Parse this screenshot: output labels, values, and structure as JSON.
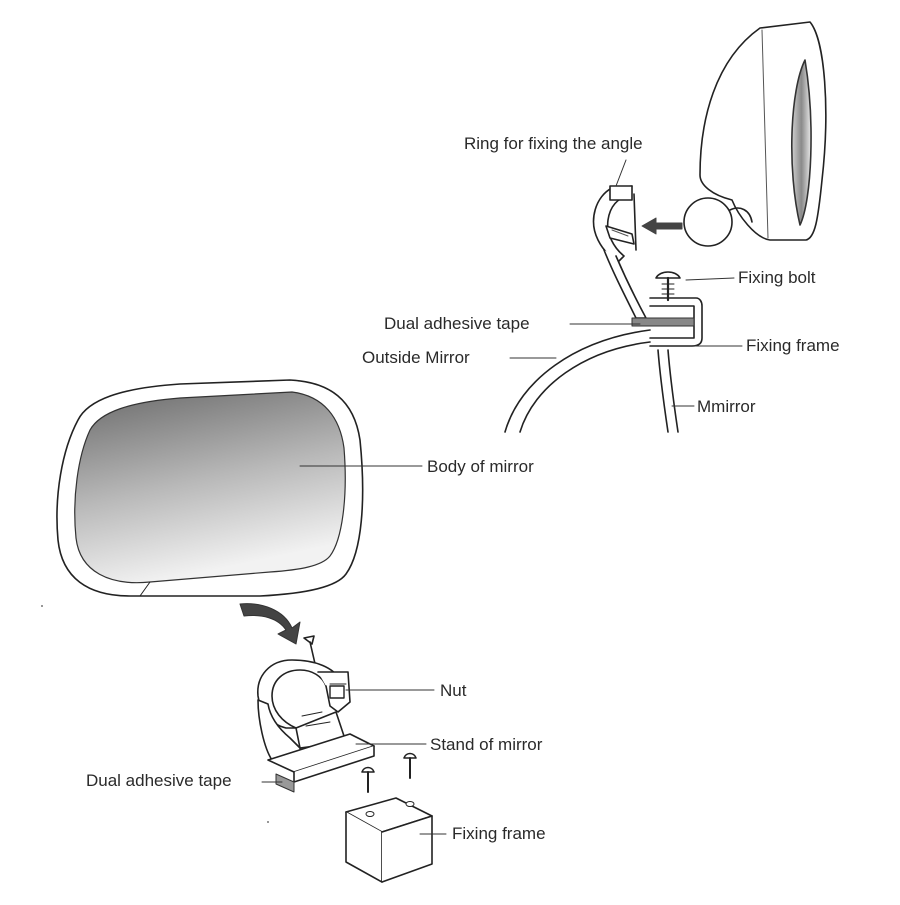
{
  "diagram": {
    "top_assembly": {
      "labels": {
        "ring": "Ring for fixing the angle",
        "fixing_bolt": "Fixing bolt",
        "dual_tape": "Dual adhesive tape",
        "outside_mirror": "Outside Mirror",
        "fixing_frame": "Fixing frame",
        "mirror": "Mmirror"
      }
    },
    "bottom_assembly": {
      "labels": {
        "body": "Body of mirror",
        "nut": "Nut",
        "stand": "Stand of mirror",
        "dual_tape": "Dual adhesive tape",
        "fixing_frame": "Fixing frame"
      }
    }
  }
}
